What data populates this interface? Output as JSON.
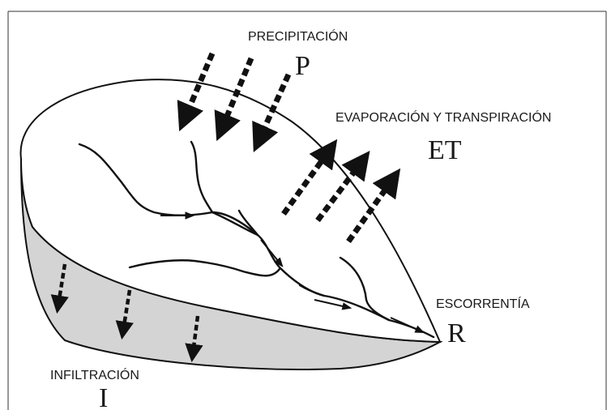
{
  "labels": {
    "precipitation_text": "PRECIPITACIÓN",
    "precipitation_symbol": "P",
    "evapotranspiration_text": "EVAPORACIÓN Y TRANSPIRACIÓN",
    "evapotranspiration_symbol": "ET",
    "runoff_text": "ESCORRENTÍA",
    "runoff_symbol": "R",
    "infiltration_text": "INFILTRACIÓN",
    "infiltration_symbol": "I"
  },
  "colors": {
    "line": "#111111",
    "soil_fill": "#d4d4d4",
    "surface_fill": "#ffffff",
    "frame": "#333333"
  }
}
